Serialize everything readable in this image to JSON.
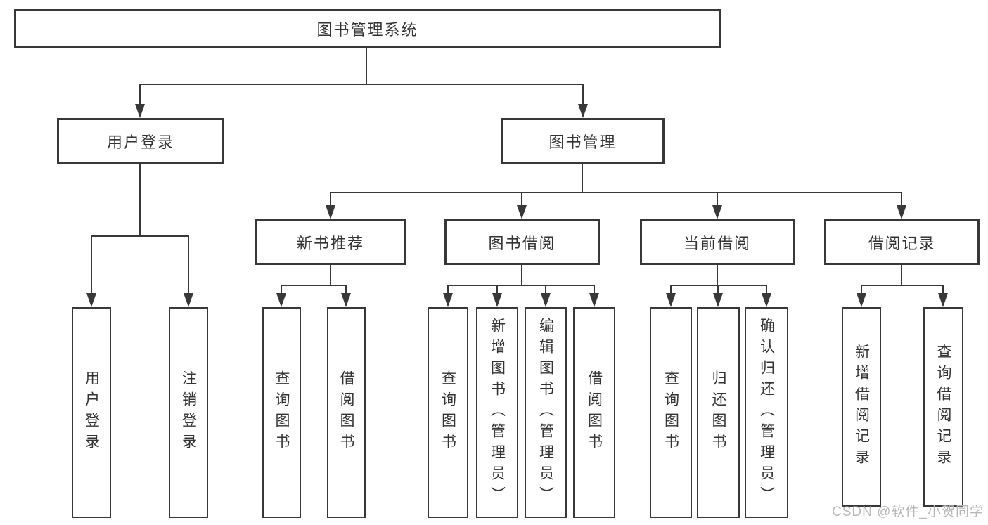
{
  "nodes": {
    "root": "图书管理系统",
    "user_login": "用户登录",
    "book_mgmt": "图书管理",
    "new_books": "新书推荐",
    "book_borrow": "图书借阅",
    "current_borrow": "当前借阅",
    "borrow_records": "借阅记录",
    "user_login_children": [
      "用户登录",
      "注销登录"
    ],
    "new_books_children": [
      "查询图书",
      "借阅图书"
    ],
    "book_borrow_children": [
      "查询图书",
      "新增图书（管理员）",
      "编辑图书（管理员）",
      "借阅图书"
    ],
    "current_borrow_children": [
      "查询图书",
      "归还图书",
      "确认归还（管理员）"
    ],
    "borrow_records_children": [
      "新增借阅记录",
      "查询借阅记录"
    ]
  },
  "watermark": "CSDN @软件_小贺同学",
  "colors": {
    "line": "#383838",
    "text": "#333333",
    "watermark": "#b8b8b8",
    "background": "#ffffff"
  }
}
